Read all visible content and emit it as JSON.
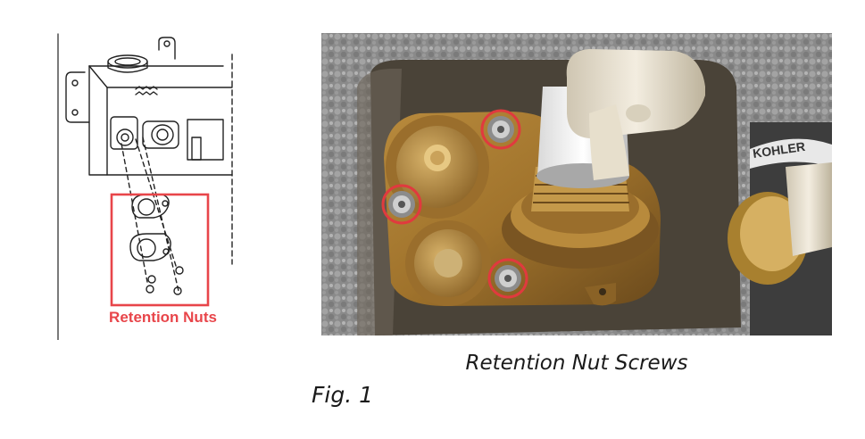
{
  "diagram": {
    "caption": "Retention Nuts",
    "highlight_color": "#e8454a"
  },
  "photo": {
    "brand_label": "KOHLER",
    "caption": "Retention Nut Screws",
    "highlight_color": "#e03a3e"
  },
  "figure": {
    "label": "Fig. 1"
  }
}
